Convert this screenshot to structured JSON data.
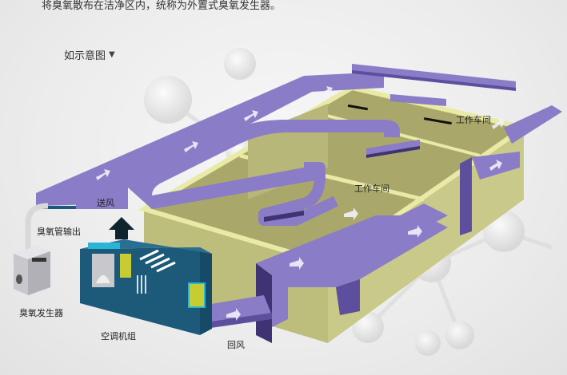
{
  "intro_text": "将臭氧散布在洁净区内，统称为外置式臭氧发生器。",
  "caption": {
    "label": "如示意图",
    "icon": "triangle-down-icon"
  },
  "labels": {
    "supply_air": "送风",
    "ozone_pipe_output": "臭氧管输出",
    "ozone_generator": "臭氧发生器",
    "ahu": "空调机组",
    "return_air": "回风",
    "workshop_1": "工作车间",
    "workshop_2": "工作车间"
  },
  "colors": {
    "duct_top": "#8a7cc6",
    "duct_side": "#5e4f9e",
    "duct_dark": "#3f3374",
    "room_wall": "#c9c98a",
    "room_floor": "#a9a86a",
    "room_rim": "#e8eaa6",
    "ahu_body": "#1d5a7a",
    "ahu_accent": "#29b6d6",
    "filter": "#c7cc33",
    "generator": "#c8c8cc"
  }
}
